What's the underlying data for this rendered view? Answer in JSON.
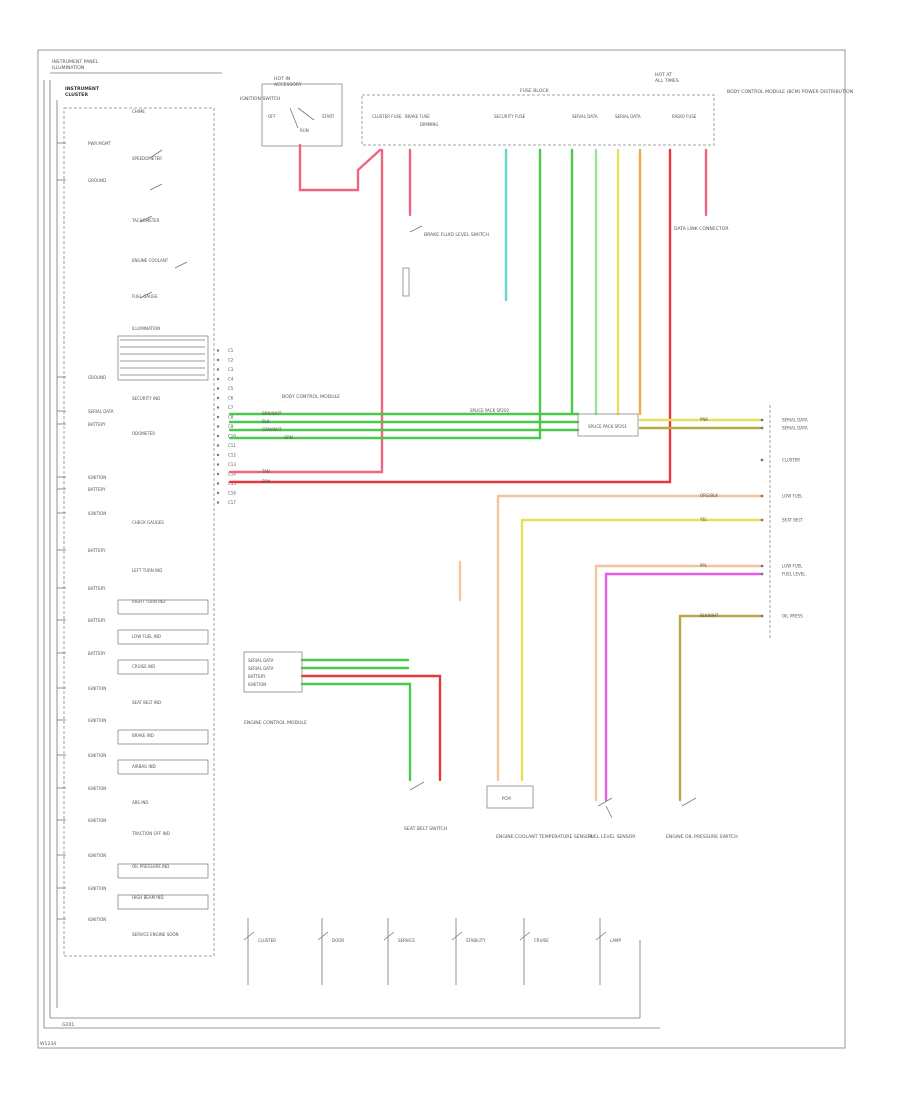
{
  "diagram": {
    "header": {
      "line1": "INSTRUMENT PANEL",
      "line2": "ILLUMINATION"
    },
    "footer": {
      "ground_label": "G201",
      "caption": "W1234"
    },
    "cluster": {
      "title": "INSTRUMENT",
      "subtitle": "CLUSTER",
      "left_pins": [
        "PWR MGMT",
        "GROUND",
        "GROUND",
        "SERIAL DATA",
        "BATTERY",
        "IGNITION",
        "BATTERY",
        "IGNITION",
        "BATTERY",
        "BATTERY",
        "BATTERY",
        "BATTERY",
        "IGNITION",
        "IGNITION",
        "IGNITION",
        "IGNITION",
        "IGNITION",
        "IGNITION",
        "IGNITION",
        "IGNITION"
      ],
      "internal": [
        "CHIME",
        "SPEEDOMETER",
        "TACHOMETER",
        "ENGINE COOLANT",
        "FUEL GAUGE",
        "ILLUMINATION",
        "SECURITY IND",
        "ODOMETER",
        "CHECK GAUGES",
        "LEFT TURN IND",
        "RIGHT TURN IND",
        "LOW FUEL IND",
        "CRUISE IND",
        "SEAT BELT IND",
        "BRAKE IND",
        "AIRBAG IND",
        "ABS IND",
        "TRACTION OFF IND",
        "OIL PRESSURE IND",
        "HIGH BEAM IND",
        "SERVICE ENGINE SOON"
      ],
      "connector_pins": [
        "C1",
        "C2",
        "C3",
        "C4",
        "C5",
        "C6",
        "C7",
        "C8",
        "C9",
        "C10",
        "C11",
        "C12",
        "C13",
        "C14",
        "C15",
        "C16",
        "C17"
      ]
    },
    "ign_switch": {
      "title": "HOT IN",
      "subtitle": "ACCESSORY",
      "label": "IGNITION SWITCH",
      "contacts": [
        "OFF",
        "RUN",
        "START"
      ]
    },
    "fuse_block": {
      "title": "HOT AT",
      "subtitle": "ALL TIMES",
      "label": "FUSE BLOCK",
      "note": "BODY CONTROL MODULE (BCM) POWER DISTRIBUTION",
      "fuses": [
        "CLUSTER FUSE",
        "BRAKE FUSE",
        "DIMMING",
        "SECURITY FUSE",
        "SERIAL DATA",
        "SERIAL DATA",
        "RADIO FUSE"
      ]
    },
    "brake_switch": {
      "label": "BRAKE FLUID LEVEL SWITCH"
    },
    "data_link": {
      "label": "DATA LINK CONNECTOR"
    },
    "bcm_label": "BODY CONTROL MODULE",
    "ecm": {
      "label": "ENGINE CONTROL MODULE",
      "pins": [
        "SERIAL DATA",
        "SERIAL DATA",
        "BATTERY",
        "IGNITION"
      ]
    },
    "splices": {
      "s1": "SPLICE PACK SP201",
      "s2": "SPLICE PACK SP202"
    },
    "right_pins": [
      "SERIAL DATA",
      "SERIAL DATA",
      "CLUSTER",
      "LOW FUEL",
      "SEAT BELT",
      "LOW FUEL",
      "FUEL LEVEL",
      "OIL PRESS"
    ],
    "fuel_sender": {
      "label": "FUEL LEVEL SENSOR"
    },
    "oil_switch": {
      "label": "ENGINE OIL PRESSURE SWITCH"
    },
    "coolant": {
      "label": "ENGINE COOLANT TEMPERATURE SENSOR"
    },
    "seat_belt": {
      "label": "SEAT BELT SWITCH"
    },
    "pcm_box": {
      "label": "PCM"
    },
    "wire_labels": [
      "BRN/WHT",
      "BLK",
      "GRN/WHT",
      "GRN",
      "TAN",
      "BRN",
      "PNK",
      "ORG/BLK",
      "YEL",
      "PPL",
      "BLK/WHT"
    ],
    "colors": {
      "pink": "#ee6680",
      "green": "#4cc84c",
      "light_green": "#9be29b",
      "cyan": "#66d6cc",
      "yellow": "#e8df5a",
      "orange": "#f2a94e",
      "peach": "#f3c49a",
      "magenta": "#e65ce6",
      "tan": "#b7a74a",
      "red": "#e8383c",
      "gray": "#777777"
    },
    "bottom_switches": [
      "CLUSTER",
      "DOOR",
      "SERVICE",
      "STABILITY",
      "CRUISE",
      "LAMP"
    ]
  }
}
